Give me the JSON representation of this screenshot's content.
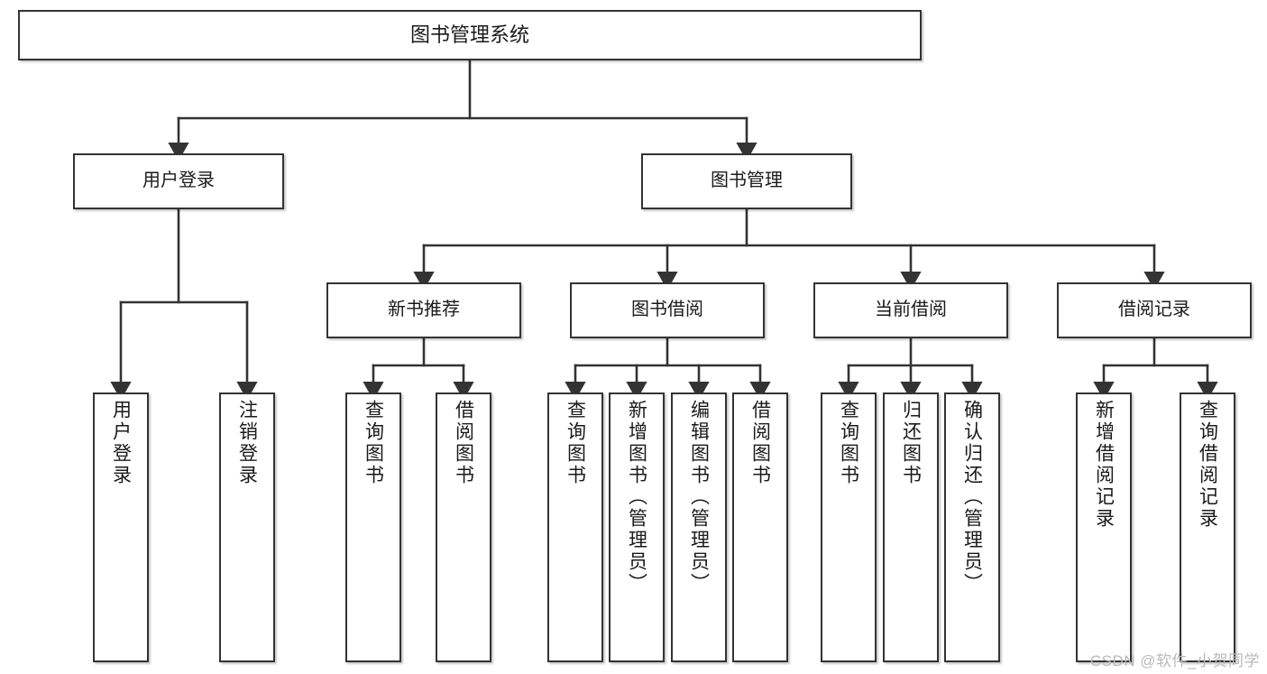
{
  "diagram": {
    "type": "tree-hierarchy-chart",
    "title": "图书管理系统",
    "colors": {
      "box_border": "#333333",
      "box_fill": "#ffffff",
      "connector": "#333333",
      "text": "#1a1a1a",
      "watermark": "#b9b9b9",
      "background": "#ffffff"
    },
    "root": {
      "label": "图书管理系统"
    },
    "level1": [
      {
        "label": "用户登录"
      },
      {
        "label": "图书管理"
      }
    ],
    "level2": [
      {
        "label": "新书推荐"
      },
      {
        "label": "图书借阅"
      },
      {
        "label": "当前借阅"
      },
      {
        "label": "借阅记录"
      }
    ],
    "leaves": {
      "user_login": [
        {
          "label": "用户登录"
        },
        {
          "label": "注销登录"
        }
      ],
      "new_book_recommend": [
        {
          "label": "查询图书"
        },
        {
          "label": "借阅图书"
        }
      ],
      "book_borrow": [
        {
          "label": "查询图书"
        },
        {
          "label": "新增图书（管理员）"
        },
        {
          "label": "编辑图书（管理员）"
        },
        {
          "label": "借阅图书"
        }
      ],
      "current_borrow": [
        {
          "label": "查询图书"
        },
        {
          "label": "归还图书"
        },
        {
          "label": "确认归还（管理员）"
        }
      ],
      "borrow_record": [
        {
          "label": "新增借阅记录"
        },
        {
          "label": "查询借阅记录"
        }
      ]
    },
    "watermark": "CSDN @软件_小贺同学"
  }
}
